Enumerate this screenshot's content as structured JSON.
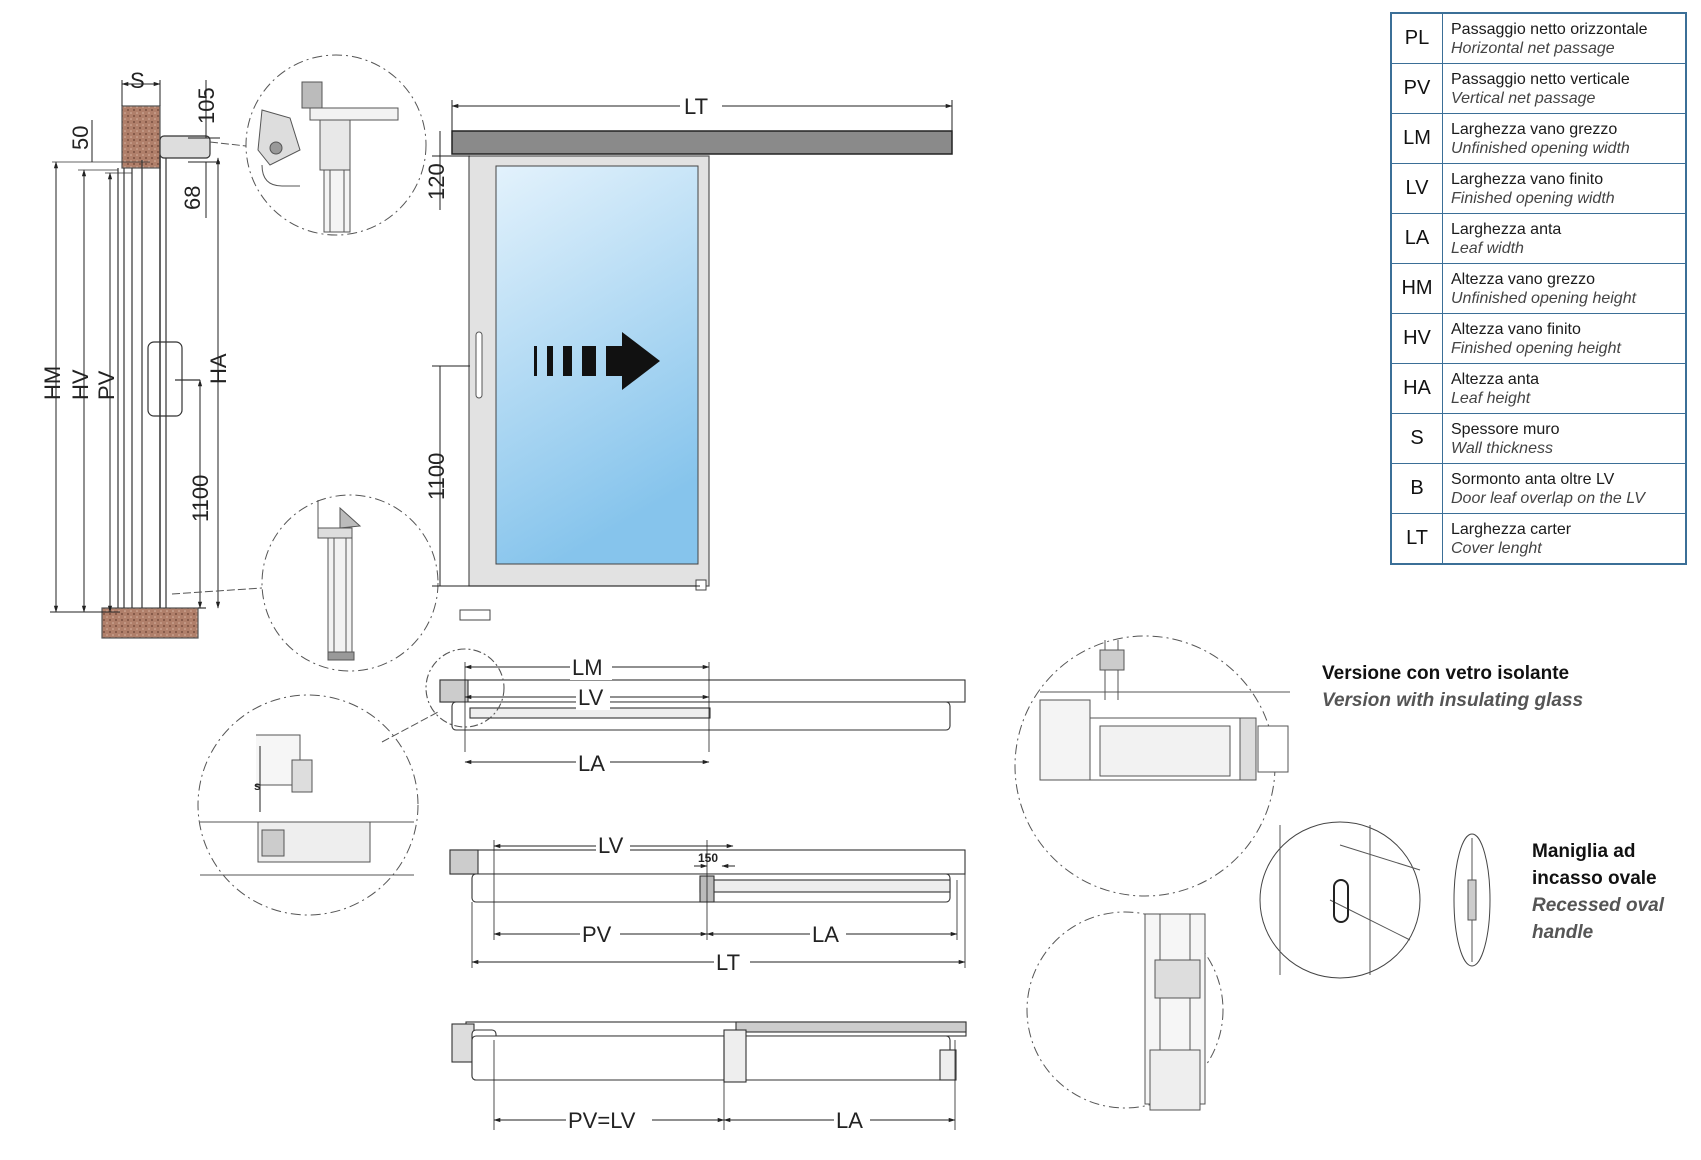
{
  "legend": [
    {
      "code": "PL",
      "it": "Passaggio netto orizzontale",
      "en": "Horizontal net passage"
    },
    {
      "code": "PV",
      "it": "Passaggio netto verticale",
      "en": "Vertical net passage"
    },
    {
      "code": "LM",
      "it": "Larghezza vano grezzo",
      "en": "Unfinished opening width"
    },
    {
      "code": "LV",
      "it": "Larghezza vano finito",
      "en": "Finished opening width"
    },
    {
      "code": "LA",
      "it": "Larghezza anta",
      "en": "Leaf width"
    },
    {
      "code": "HM",
      "it": "Altezza vano grezzo",
      "en": "Unfinished opening height"
    },
    {
      "code": "HV",
      "it": "Altezza vano finito",
      "en": "Finished opening height"
    },
    {
      "code": "HA",
      "it": "Altezza anta",
      "en": "Leaf height"
    },
    {
      "code": "S",
      "it": "Spessore muro",
      "en": "Wall thickness"
    },
    {
      "code": "B",
      "it": "Sormonto anta oltre LV",
      "en": "Door leaf overlap on the LV"
    },
    {
      "code": "LT",
      "it": "Larghezza carter",
      "en": "Cover lenght"
    }
  ],
  "side_section": {
    "s": "S",
    "d50": "50",
    "d105": "105",
    "d68": "68",
    "hm": "HM",
    "hv": "HV",
    "pv": "PV",
    "ha": "HA",
    "h1100": "1100"
  },
  "front_view": {
    "lt": "LT",
    "h120": "120",
    "h1100": "1100"
  },
  "plan1": {
    "lm": "LM",
    "lv": "LV",
    "la": "LA"
  },
  "plan2": {
    "lv": "LV",
    "d150": "150",
    "pv": "PV",
    "la": "LA",
    "lt": "LT"
  },
  "plan3": {
    "pvlv": "PV=LV",
    "la": "LA"
  },
  "detail_s": "s",
  "captions": {
    "glass_it": "Versione con vetro isolante",
    "glass_en": "Version with insulating glass",
    "handle_it_1": "Maniglia ad",
    "handle_it_2": "incasso ovale",
    "handle_en_1": "Recessed oval",
    "handle_en_2": "handle"
  },
  "colors": {
    "legend_border": "#3b6f97",
    "glass_top": "#dff0fb",
    "glass_bottom": "#8fc9ee",
    "cover": "#8a8a8a"
  }
}
